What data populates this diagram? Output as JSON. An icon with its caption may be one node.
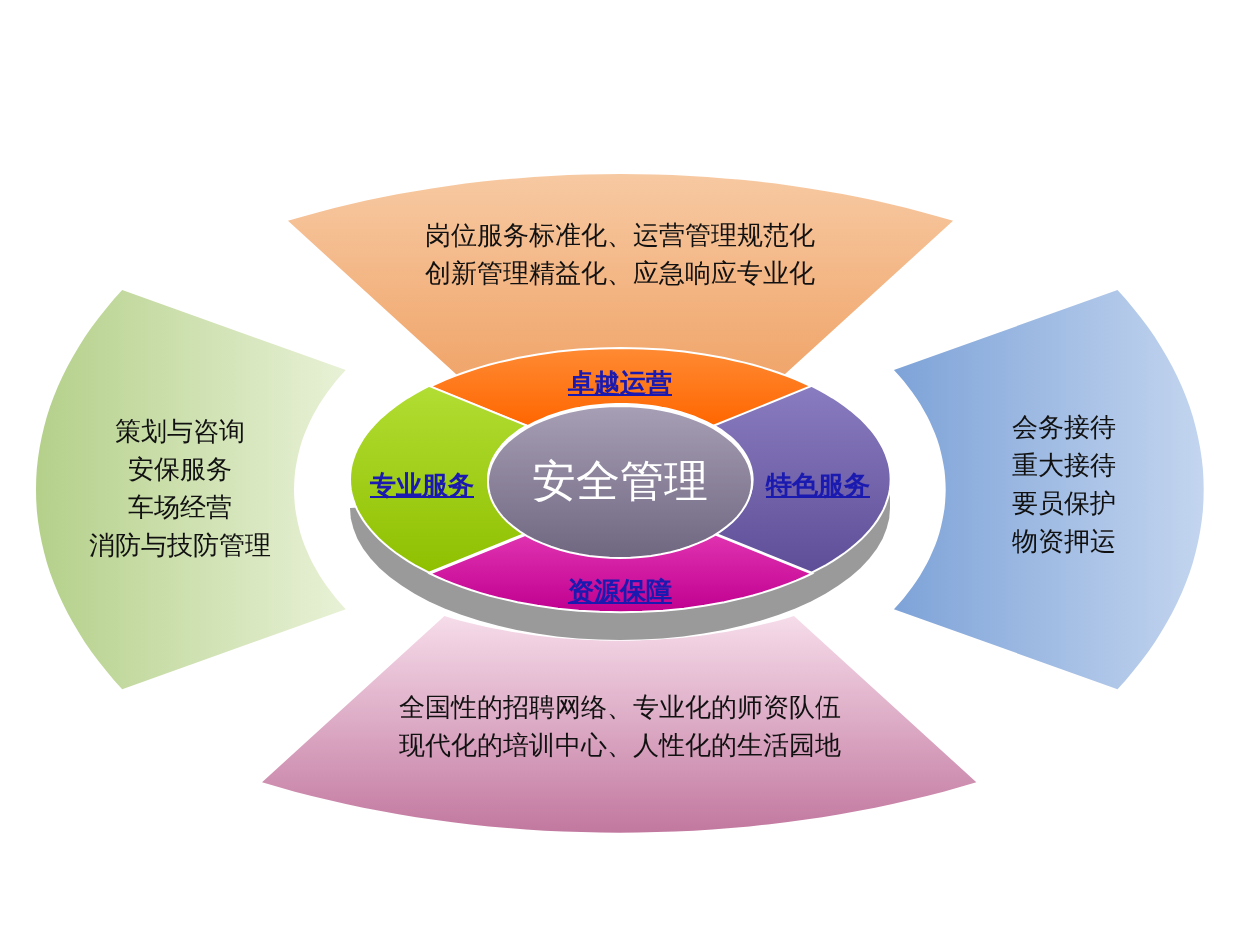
{
  "diagram": {
    "nodes": [
      {
        "text": [
          "岗位服务标准化、运营管理规范化",
          "创新管理精益化、应急响应专业化"
        ]
      },
      {
        "text": [
          "卓越运营"
        ]
      },
      {
        "text": [
          "策划与咨询",
          "安保服务",
          "车场经营",
          "消防与技防管理"
        ]
      },
      {
        "text": [
          "专业服务"
        ]
      },
      {
        "text": [
          "安全管理"
        ]
      },
      {
        "text": [
          "特色服务"
        ]
      },
      {
        "text": [
          "会务接待",
          "重大接待",
          "要员保护",
          "物资押运"
        ]
      },
      {
        "text": [
          "资源保障"
        ]
      },
      {
        "text": [
          "全国性的招聘网络、专业化的师资队伍",
          "现代化的培训中心、人性化的生活园地"
        ]
      }
    ],
    "edges": []
  }
}
